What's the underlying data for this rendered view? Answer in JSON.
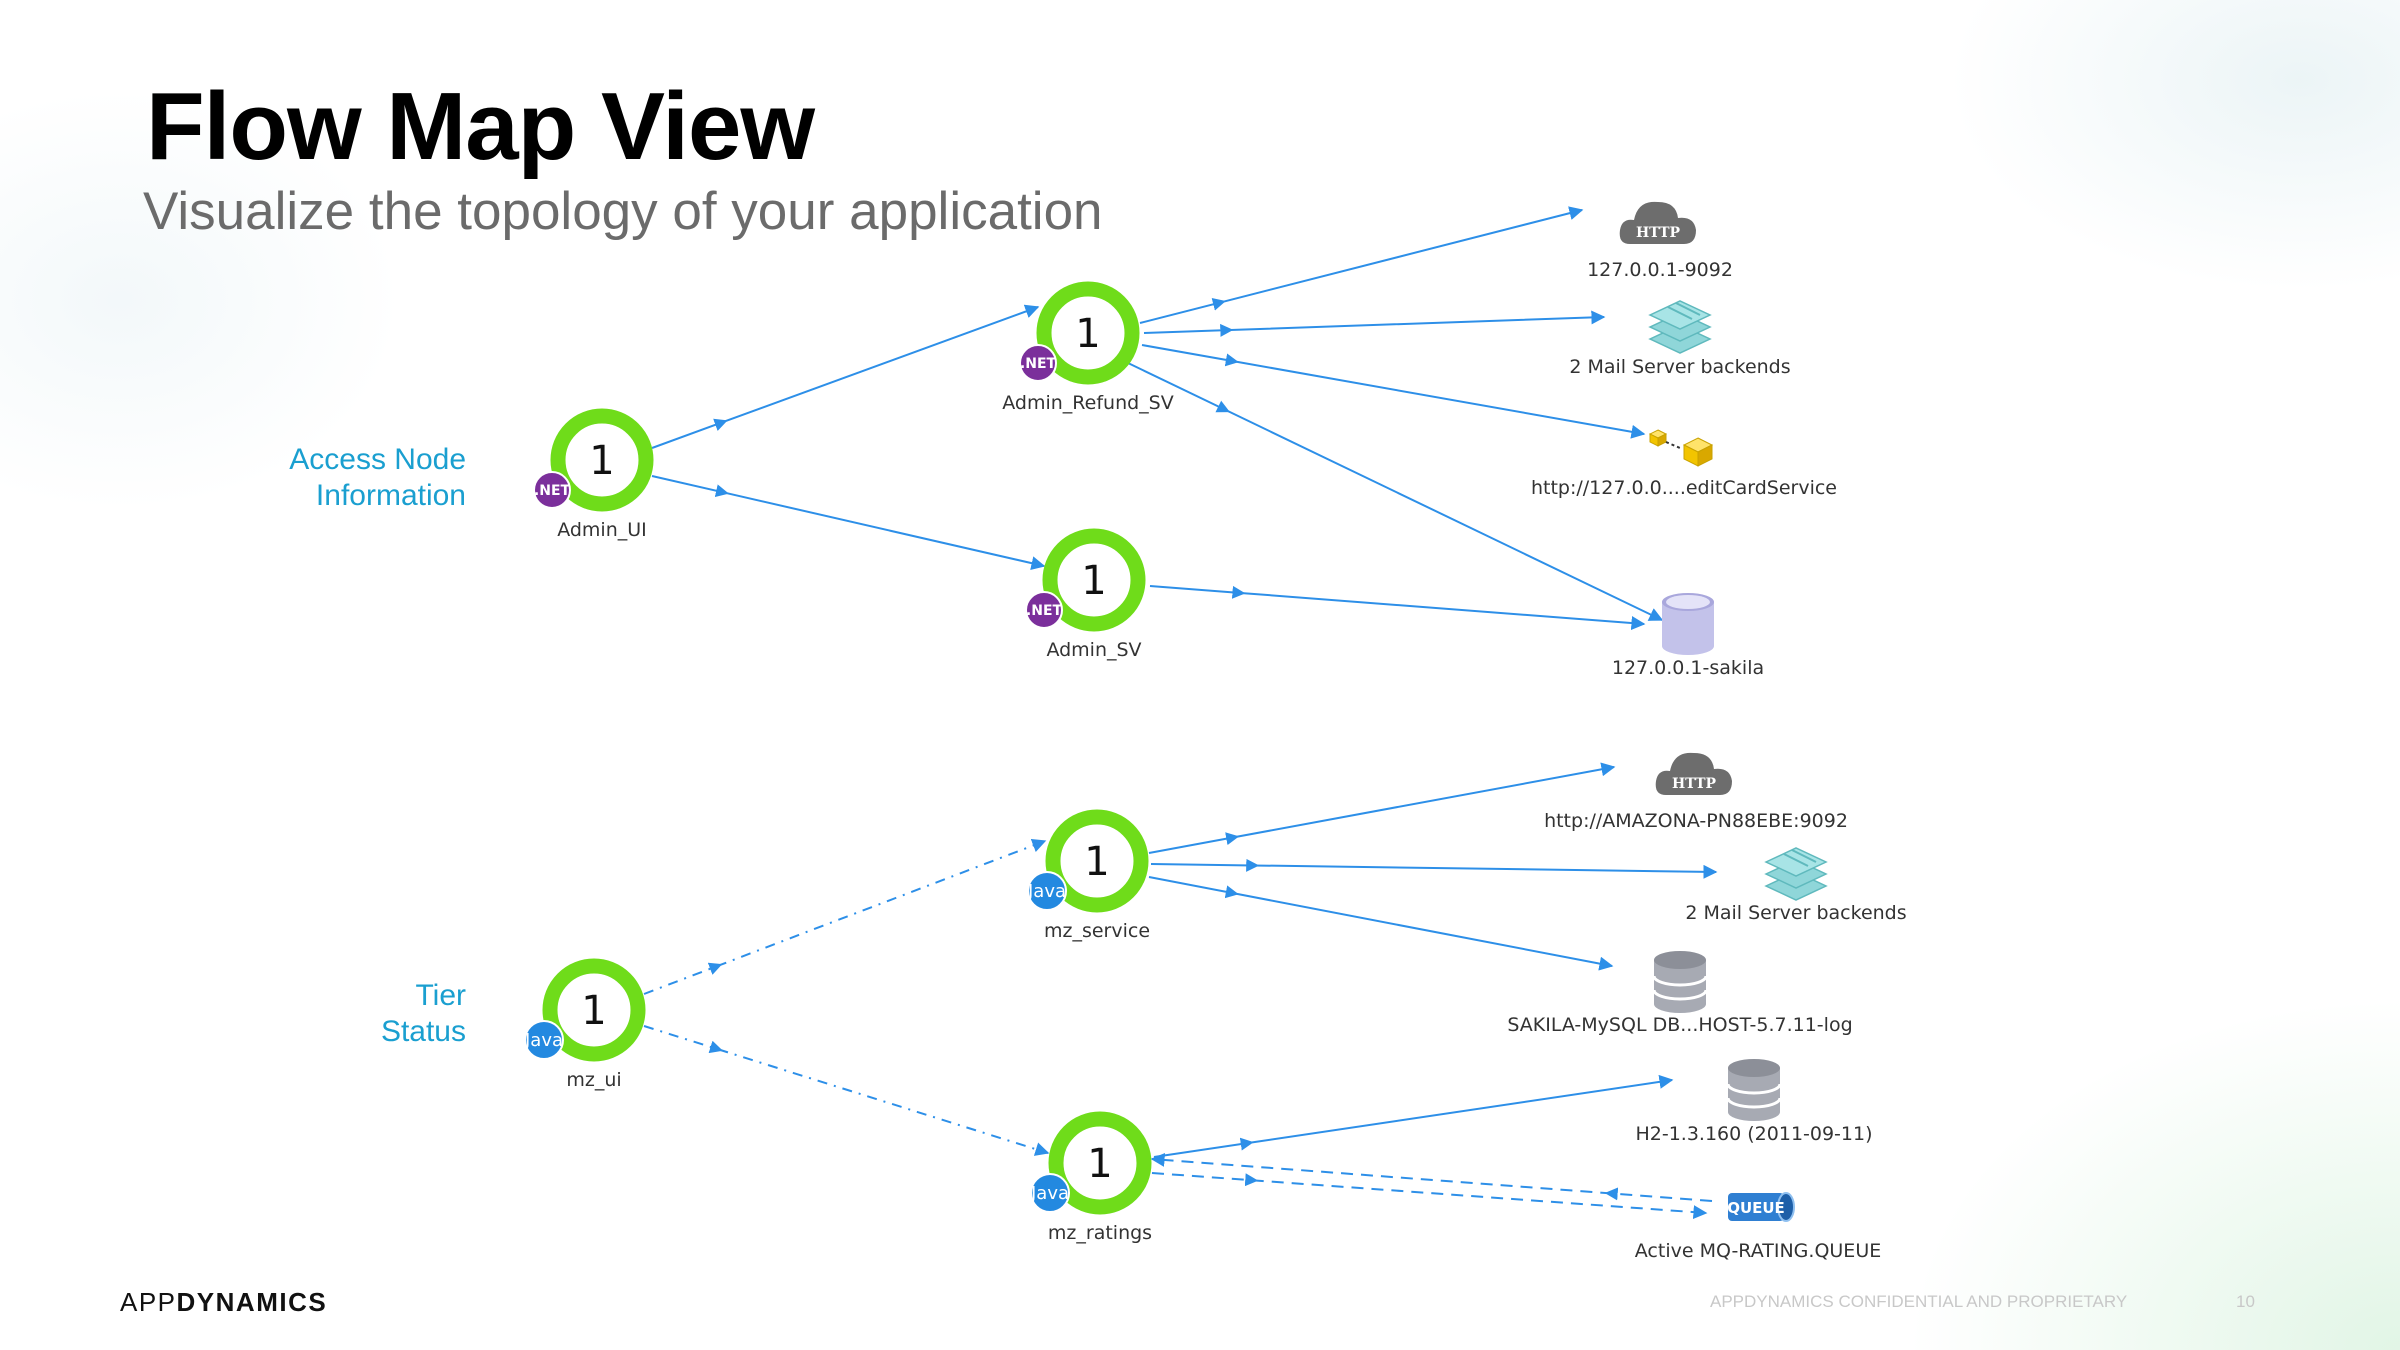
{
  "slide": {
    "title": "Flow Map View",
    "subtitle": "Visualize the topology of your application",
    "labels": {
      "access_node": [
        "Access Node",
        "Information"
      ],
      "tier_status": [
        "Tier",
        "Status"
      ]
    },
    "brand": {
      "prefix": "APP",
      "suffix": "DYNAMICS"
    },
    "footer": "APPDYNAMICS CONFIDENTIAL AND PROPRIETARY",
    "page_number": "10"
  },
  "colors": {
    "edge": "#2d8fe8",
    "node_ring": "#6fdc1a",
    "net_badge": "#7b2f9b",
    "java_badge": "#2389e0",
    "side_label": "#1a9fd0",
    "title": "#000000",
    "subtitle": "#6b6b6b"
  },
  "tiers": [
    {
      "id": "admin_ui",
      "label": "Admin_UI",
      "count": "1",
      "badge": ".NET"
    },
    {
      "id": "admin_refund_sv",
      "label": "Admin_Refund_SV",
      "count": "1",
      "badge": ".NET"
    },
    {
      "id": "admin_sv",
      "label": "Admin_SV",
      "count": "1",
      "badge": ".NET"
    },
    {
      "id": "mz_ui",
      "label": "mz_ui",
      "count": "1",
      "badge": "Java"
    },
    {
      "id": "mz_service",
      "label": "mz_service",
      "count": "1",
      "badge": "Java"
    },
    {
      "id": "mz_ratings",
      "label": "mz_ratings",
      "count": "1",
      "badge": "Java"
    }
  ],
  "backends": [
    {
      "id": "http_9092",
      "label": "127.0.0.1-9092",
      "icon": "http-cloud-icon",
      "icon_text": "HTTP"
    },
    {
      "id": "mail_1",
      "label": "2 Mail Server backends",
      "icon": "mail-server-stack-icon"
    },
    {
      "id": "credit_service",
      "label": "http://127.0.0....editCardService",
      "icon": "web-service-cube-icon"
    },
    {
      "id": "sakila",
      "label": "127.0.0.1-sakila",
      "icon": "database-icon"
    },
    {
      "id": "http_amazona",
      "label": "http://AMAZONA-PN88EBE:9092",
      "icon": "http-cloud-icon",
      "icon_text": "HTTP"
    },
    {
      "id": "mail_2",
      "label": "2 Mail Server backends",
      "icon": "mail-server-stack-icon"
    },
    {
      "id": "sakila_mysql",
      "label": "SAKILA-MySQL DB...HOST-5.7.11-log",
      "icon": "database-icon"
    },
    {
      "id": "h2",
      "label": "H2-1.3.160 (2011-09-11)",
      "icon": "database-icon"
    },
    {
      "id": "mq_queue",
      "label": "Active MQ-RATING.QUEUE",
      "icon": "queue-icon",
      "icon_text": "QUEUE"
    }
  ],
  "edges": [
    {
      "from": "admin_ui",
      "to": "admin_refund_sv",
      "style": "solid"
    },
    {
      "from": "admin_ui",
      "to": "admin_sv",
      "style": "solid"
    },
    {
      "from": "admin_refund_sv",
      "to": "http_9092",
      "style": "solid"
    },
    {
      "from": "admin_refund_sv",
      "to": "mail_1",
      "style": "solid"
    },
    {
      "from": "admin_refund_sv",
      "to": "credit_service",
      "style": "solid"
    },
    {
      "from": "admin_refund_sv",
      "to": "sakila",
      "style": "solid"
    },
    {
      "from": "admin_sv",
      "to": "sakila",
      "style": "solid"
    },
    {
      "from": "mz_ui",
      "to": "mz_service",
      "style": "dash-dot"
    },
    {
      "from": "mz_ui",
      "to": "mz_ratings",
      "style": "dash-dot"
    },
    {
      "from": "mz_service",
      "to": "http_amazona",
      "style": "solid"
    },
    {
      "from": "mz_service",
      "to": "mail_2",
      "style": "solid"
    },
    {
      "from": "mz_service",
      "to": "sakila_mysql",
      "style": "solid"
    },
    {
      "from": "mz_ratings",
      "to": "h2",
      "style": "solid"
    },
    {
      "from": "mz_ratings",
      "to": "mq_queue",
      "style": "dashed"
    },
    {
      "from": "mq_queue",
      "to": "mz_ratings",
      "style": "dashed"
    }
  ]
}
